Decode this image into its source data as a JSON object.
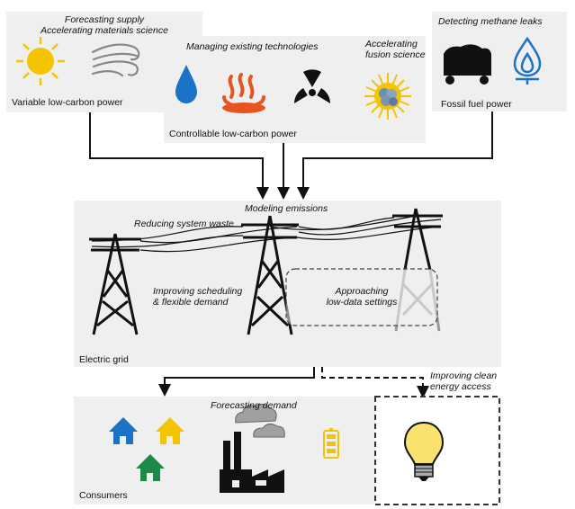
{
  "boxes": {
    "variable": {
      "label": "Variable low-carbon power",
      "note_line1": "Forecasting supply",
      "note_line2": "Accelerating materials science"
    },
    "controllable": {
      "label": "Controllable low-carbon power",
      "note_managing": "Managing existing technologies",
      "note_fusion_line1": "Accelerating",
      "note_fusion_line2": "fusion science"
    },
    "fossil": {
      "label": "Fossil fuel power",
      "note": "Detecting methane leaks"
    },
    "grid": {
      "label": "Electric grid",
      "note_modeling": "Modeling emissions",
      "note_waste": "Reducing system waste",
      "note_sched_line1": "Improving scheduling",
      "note_sched_line2": "& flexible demand",
      "note_lowdata_line1": "Approaching",
      "note_lowdata_line2": "low-data settings"
    },
    "access": {
      "note_line1": "Improving clean",
      "note_line2": "energy access"
    },
    "consumers": {
      "label": "Consumers",
      "note": "Forecasting demand"
    }
  },
  "colors": {
    "panel": "#efefef",
    "sun": "#f5c400",
    "water": "#1a73c6",
    "heat": "#e8531f",
    "house_blue": "#1a73c6",
    "house_yellow": "#f5c400",
    "house_green": "#1e8a4a",
    "fossil_blue": "#1a73c6"
  },
  "icons": [
    "sun-icon",
    "wind-icon",
    "water-drop-icon",
    "geothermal-icon",
    "nuclear-icon",
    "fusion-icon",
    "coal-cart-icon",
    "gas-flame-icon",
    "transmission-tower-icon",
    "house-icon",
    "factory-icon",
    "battery-icon",
    "lightbulb-icon"
  ]
}
